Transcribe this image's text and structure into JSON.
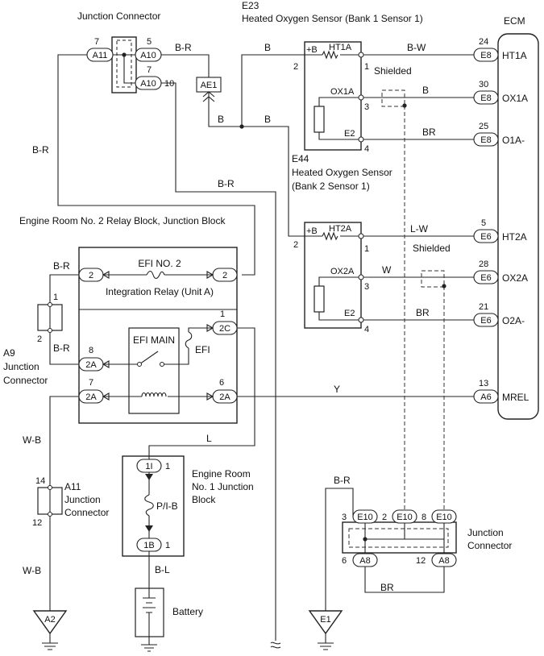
{
  "labels": {
    "junction_connector_top": "Junction Connector",
    "e23_code": "E23",
    "e23_name": "Heated Oxygen Sensor (Bank 1 Sensor 1)",
    "ecm": "ECM",
    "e44_code": "E44",
    "e44_name_1": "Heated Oxygen Sensor",
    "e44_name_2": "(Bank 2 Sensor 1)",
    "relay_block": "Engine Room No. 2 Relay Block, Junction Block",
    "efi_no2": "EFI NO. 2",
    "integration_relay": "Integration Relay (Unit A)",
    "efi_main": "EFI MAIN",
    "efi": "EFI",
    "a9_code": "A9",
    "a9_name_1": "Junction",
    "a9_name_2": "Connector",
    "a11_code": "A11",
    "a11_name_1": "Junction",
    "a11_name_2": "Connector",
    "jb1_line1": "Engine Room",
    "jb1_line2": "No. 1 Junction",
    "jb1_line3": "Block",
    "pib": "P/I-B",
    "battery": "Battery",
    "junction_connector_bottom_1": "Junction",
    "junction_connector_bottom_2": "Connector",
    "shielded": "Shielded"
  },
  "wire_colors": {
    "br": "B-R",
    "b": "B",
    "bw": "B-W",
    "lw": "L-W",
    "w": "W",
    "brw": "BR",
    "y": "Y",
    "wb": "W-B",
    "l": "L",
    "bl": "B-L"
  },
  "connectors": {
    "a11": "A11",
    "a10": "A10",
    "ae1": "AE1",
    "e8": "E8",
    "e6": "E6",
    "a6": "A6",
    "c2": "2",
    "c2a": "2A",
    "c2c": "2C",
    "c1i": "1I",
    "c1b": "1B",
    "e10": "E10",
    "a8": "A8",
    "a2": "A2",
    "e1": "E1"
  },
  "pins": {
    "n1": "1",
    "n2": "2",
    "n3": "3",
    "n4": "4",
    "n5": "5",
    "n6": "6",
    "n7": "7",
    "n8": "8",
    "n10": "10",
    "n12": "12",
    "n13": "13",
    "n14": "14",
    "n21": "21",
    "n24": "24",
    "n25": "25",
    "n28": "28",
    "n30": "30"
  },
  "sensor_terminals": {
    "plus_b": "+B",
    "ht1a": "HT1A",
    "ox1a": "OX1A",
    "e2": "E2",
    "ht2a": "HT2A",
    "ox2a": "OX2A"
  },
  "ecm_terminals": {
    "ht1a": "HT1A",
    "ox1a": "OX1A",
    "o1a": "O1A-",
    "ht2a": "HT2A",
    "ox2a": "OX2A",
    "o2a": "O2A-",
    "mrel": "MREL"
  },
  "colors": {
    "line": "#222222",
    "background": "#ffffff"
  }
}
